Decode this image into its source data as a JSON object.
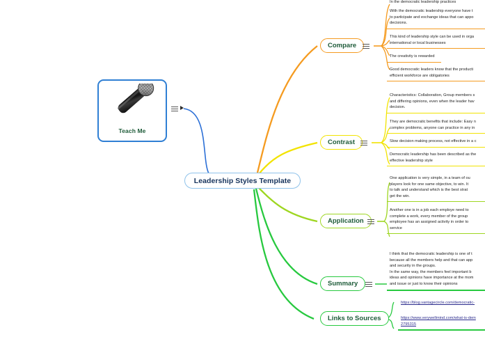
{
  "map": {
    "central_label": "Leadership Styles Template",
    "image_node": {
      "label": "Teach Me",
      "icon": "microphone-image"
    },
    "colors": {
      "central_border": "#8fc2ea",
      "image_border": "#2f7fd4",
      "compare": "#f59b20",
      "contrast": "#f2e300",
      "application": "#9ed621",
      "summary": "#27c93f",
      "links": "#27c93f",
      "link_text": "#2a2a8c",
      "node_text": "#1f5c3a",
      "central_text": "#16335c"
    },
    "branches": [
      {
        "id": "compare",
        "label": "Compare",
        "color": "#f59b20",
        "toggle_icon": "hamburger-icon",
        "leaves": [
          {
            "lines": [
              "In the democratic leadership practices"
            ]
          },
          {
            "lines": [
              "With the democratic leadership everyone have t",
              "to participate and exchange ideas that can appo",
              "decisions."
            ]
          },
          {
            "lines": [
              "This kind of leadership style  can be used in orga",
              "international or local businesses"
            ]
          },
          {
            "lines": [
              "The creativity is rewarded"
            ]
          },
          {
            "lines": [
              "Good democratic leaders know that the producti",
              "efficient workforce are obligatories"
            ]
          }
        ]
      },
      {
        "id": "contrast",
        "label": "Contrast",
        "color": "#f2e300",
        "toggle_icon": "hamburger-icon",
        "leaves": [
          {
            "lines": [
              "Characteristics: Collaboration, Group members s",
              "and differing opinions, even when the leader hav",
              "decision."
            ]
          },
          {
            "lines": [
              "They are democratic benefits that include: Easy n",
              "complex problems, anyone can practice in any in"
            ]
          },
          {
            "lines": [
              "Slow decision making process, not effective in a c"
            ]
          },
          {
            "lines": [
              "Democratic leadership has been described as the",
              "effective leadership style"
            ]
          }
        ]
      },
      {
        "id": "application",
        "label": "Application",
        "color": "#9ed621",
        "toggle_icon": "hamburger-icon",
        "leaves": [
          {
            "lines": [
              "One application is very simple, in a team of ou",
              "players look for one same objective, to win. It",
              "to talk and understand which is the best strat",
              "get the win."
            ]
          },
          {
            "lines": [
              "Another one is in a job each employe need to",
              "complete a work, every member of the group",
              "employee has an assigned activity in order to",
              "service"
            ]
          }
        ]
      },
      {
        "id": "summary",
        "label": "Summary",
        "color": "#27c93f",
        "toggle_icon": "hamburger-icon",
        "leaves": [
          {
            "lines": [
              "I think that the democratic leadership is one of t",
              "because all the members help and that can app",
              "and security in the groups.",
              "In the same way, the members feel important b",
              "ideas and opinions have importance at the mom",
              "and issue or just to know their opinions"
            ]
          }
        ]
      },
      {
        "id": "links-to-sources",
        "label": "Links to Sources",
        "color": "#27c93f",
        "leaves": [
          {
            "is_link": true,
            "lines": [
              "https://blog.vantagecircle.com/democratic-"
            ]
          },
          {
            "is_link": true,
            "lines": [
              "https://www.verywellmind.com/what-is-dem",
              "2795315"
            ]
          }
        ]
      }
    ]
  }
}
